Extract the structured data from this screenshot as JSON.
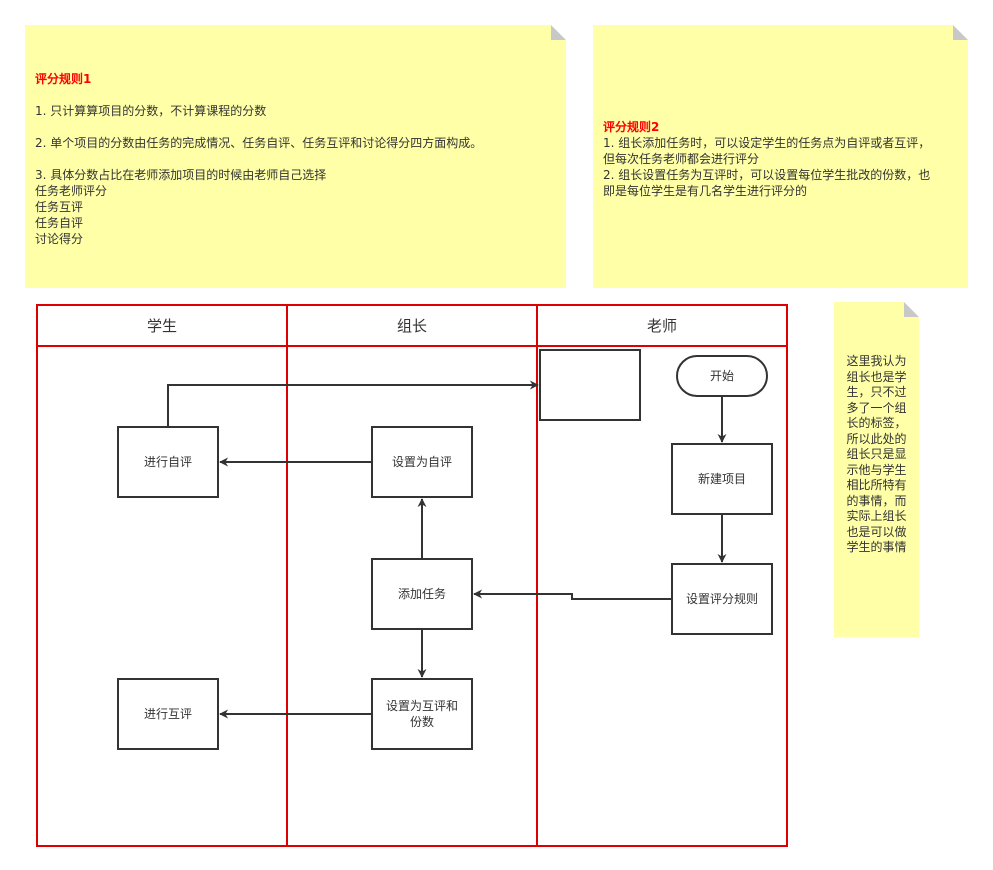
{
  "notes": {
    "rule1": {
      "title": "评分规则1",
      "item1": "1. 只计算算项目的分数，不计算课程的分数",
      "item2": "2. 单个项目的分数由任务的完成情况、任务自评、任务互评和讨论得分四方面构成。",
      "item3": "3. 具体分数占比在老师添加项目的时候由老师自己选择",
      "sub": [
        "任务老师评分",
        "任务互评",
        "任务自评",
        "讨论得分"
      ]
    },
    "rule2": {
      "title": "评分规则2",
      "lines": [
        "1. 组长添加任务时，可以设定学生的任务点为自评或者互评，",
        "但每次任务老师都会进行评分",
        "2. 组长设置任务为互评时，可以设置每位学生批改的份数，也",
        "即是每位学生是有几名学生进行评分的"
      ]
    },
    "comment": {
      "lines": [
        "这里我认为",
        "组长也是学",
        "生，只不过",
        "多了一个组",
        "长的标签，",
        "所以此处的",
        "组长只是显",
        "示他与学生",
        "相比所特有",
        "的事情，而",
        "实际上组长",
        "也是可以做",
        "学生的事情"
      ]
    }
  },
  "lanes": {
    "student": "学生",
    "leader": "组长",
    "teacher": "老师"
  },
  "nodes": {
    "start": "开始",
    "new_project": "新建项目",
    "set_rules": "设置评分规则",
    "add_task": "添加任务",
    "set_self": "设置为自评",
    "set_peer": "设置为互评和份数",
    "do_self": "进行自评",
    "do_peer": "进行互评"
  },
  "colors": {
    "note_bg": "#ffffa8",
    "note_title": "#ff0000",
    "lane_border": "#dd0000",
    "box_border": "#333333"
  }
}
